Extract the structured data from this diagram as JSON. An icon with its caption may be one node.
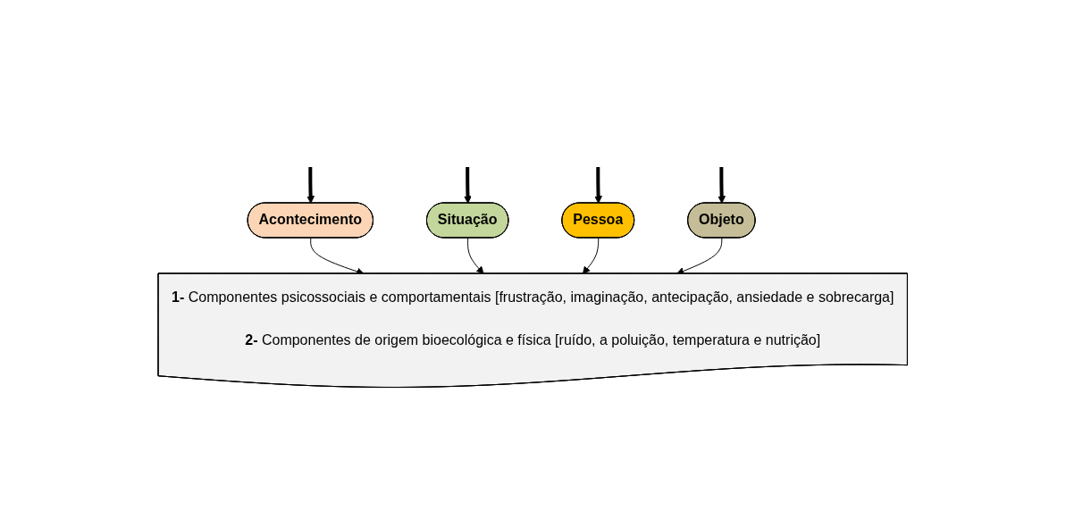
{
  "diagram": {
    "nodes": [
      {
        "text": [
          "Acontecimento"
        ]
      },
      {
        "text": [
          "Situação"
        ]
      },
      {
        "text": [
          "Pessoa"
        ]
      },
      {
        "text": [
          "Objeto"
        ]
      },
      {
        "text": [
          "**1-** Componentes psicossociais e comportamentais [frustração, imaginação, antecipação, ansiedade e sobrecarga]",
          "**2-** Componentes de origem bioecológica e física [ruído, a poluição, temperatura e nutrição]"
        ]
      }
    ],
    "edges": [
      {
        "from": null,
        "to": 0,
        "arrow": "to",
        "style": "thick"
      },
      {
        "from": null,
        "to": 1,
        "arrow": "to",
        "style": "thick"
      },
      {
        "from": null,
        "to": 2,
        "arrow": "to",
        "style": "thick"
      },
      {
        "from": null,
        "to": 3,
        "arrow": "to",
        "style": "thick"
      },
      {
        "from": 0,
        "to": 4,
        "arrow": "to"
      },
      {
        "from": 1,
        "to": 4,
        "arrow": "to"
      },
      {
        "from": 2,
        "to": 4,
        "arrow": "to"
      },
      {
        "from": 3,
        "to": 4,
        "arrow": "to"
      }
    ]
  }
}
